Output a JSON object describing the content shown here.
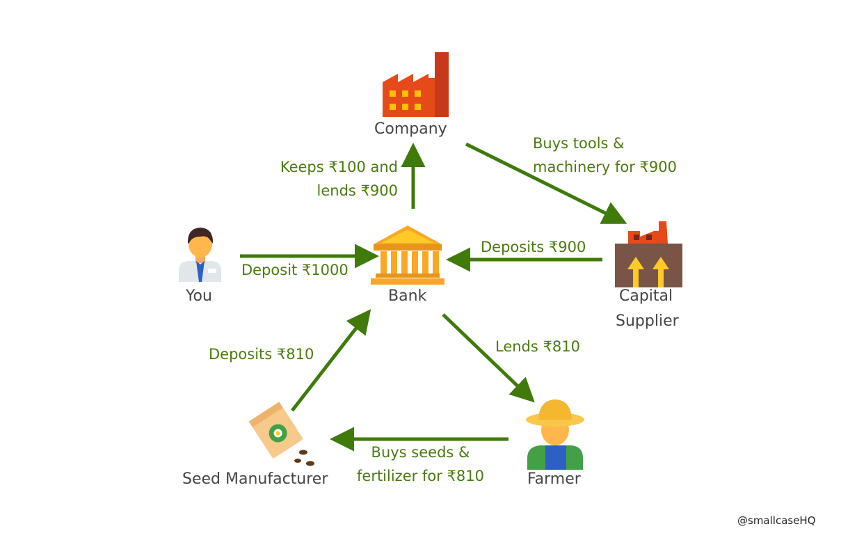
{
  "nodes": {
    "company": "Company",
    "you": "You",
    "bank": "Bank",
    "capital_supplier": [
      "Capital",
      "Supplier"
    ],
    "seed_manufacturer": "Seed Manufacturer",
    "farmer": "Farmer"
  },
  "flows": {
    "you_to_bank": "Deposit ₹1000",
    "bank_to_company": [
      "Keeps ₹100 and",
      "lends ₹900"
    ],
    "company_to_capital": [
      "Buys tools &",
      "machinery for ₹900"
    ],
    "capital_to_bank": "Deposits ₹900",
    "bank_to_farmer": "Lends ₹810",
    "farmer_to_seed": [
      "Buys seeds &",
      "fertilizer for ₹810"
    ],
    "seed_to_bank": "Deposits ₹810"
  },
  "credit": "@smallcaseHQ",
  "colors": {
    "arrow": "#3f7a0b",
    "flow_text": "#4a7a0f",
    "node_text": "#444444"
  },
  "icons": [
    "factory-icon",
    "bank-icon",
    "person-icon",
    "capital-supplier-icon",
    "seed-bag-icon",
    "farmer-icon"
  ]
}
